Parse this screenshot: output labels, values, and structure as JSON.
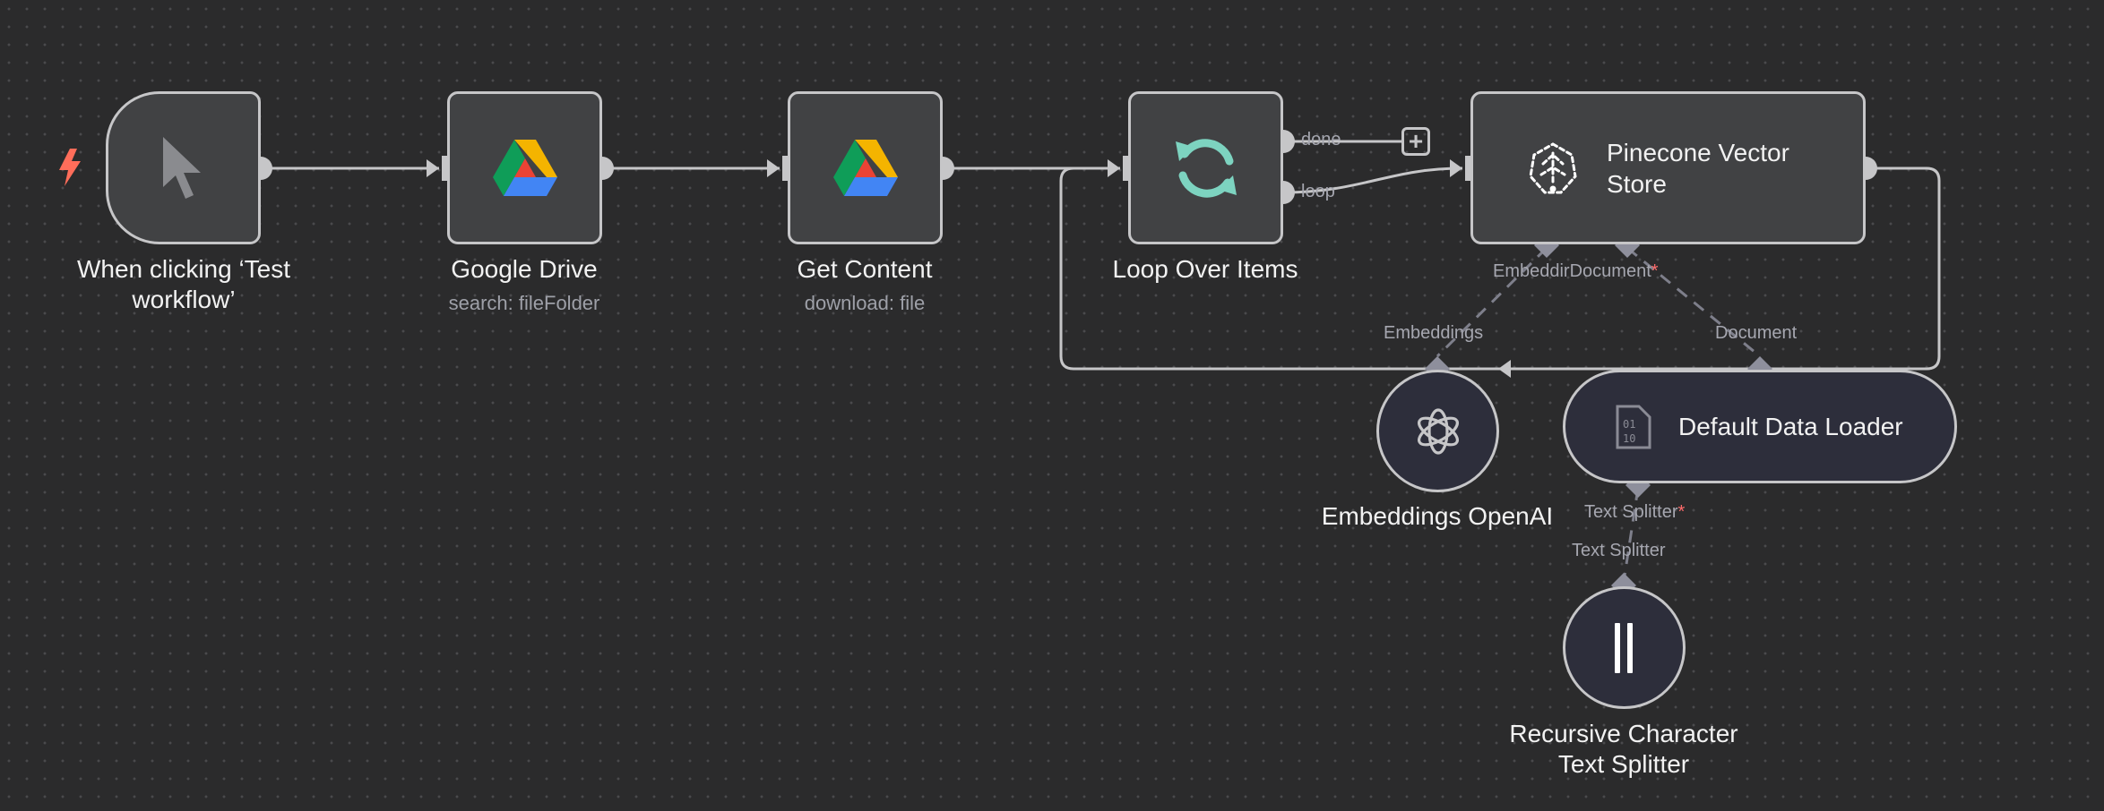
{
  "nodes": {
    "trigger": {
      "title": "When clicking ‘Test workflow’",
      "title_line1": "When clicking ‘Test",
      "title_line2": "workflow’",
      "icon": "cursor-icon"
    },
    "google_drive": {
      "title": "Google Drive",
      "subtitle": "search: fileFolder",
      "icon": "google-drive-icon"
    },
    "get_content": {
      "title": "Get Content",
      "subtitle": "download: file",
      "icon": "google-drive-icon"
    },
    "loop": {
      "title": "Loop Over Items",
      "icon": "loop-icon",
      "outputs": {
        "done": "done",
        "loop": "loop"
      }
    },
    "pinecone": {
      "title_line1": "Pinecone Vector",
      "title_line2": "Store",
      "icon": "pinecone-icon",
      "inputs": {
        "embedding_cut": "Embeddir",
        "document": "Document"
      }
    },
    "embeddings": {
      "title": "Embeddings OpenAI",
      "icon": "openai-icon",
      "connector_label": "Embeddings"
    },
    "data_loader": {
      "title": "Default Data Loader",
      "icon": "binary-file-icon",
      "connector_label": "Document",
      "input_label": "Text Splitter"
    },
    "splitter": {
      "title_line1": "Recursive Character",
      "title_line2": "Text Splitter",
      "icon": "text-splitter-icon",
      "connector_label": "Text Splitter"
    }
  },
  "required_marker": "*",
  "colors": {
    "canvas": "#2b2b2c",
    "node_bg": "#414244",
    "sub_node_bg": "#2d2e3b",
    "node_border": "#c6c6c8",
    "trigger_bolt": "#ff6d5a",
    "loop_icon": "#7dd3c0",
    "required": "#ff6b6b"
  }
}
